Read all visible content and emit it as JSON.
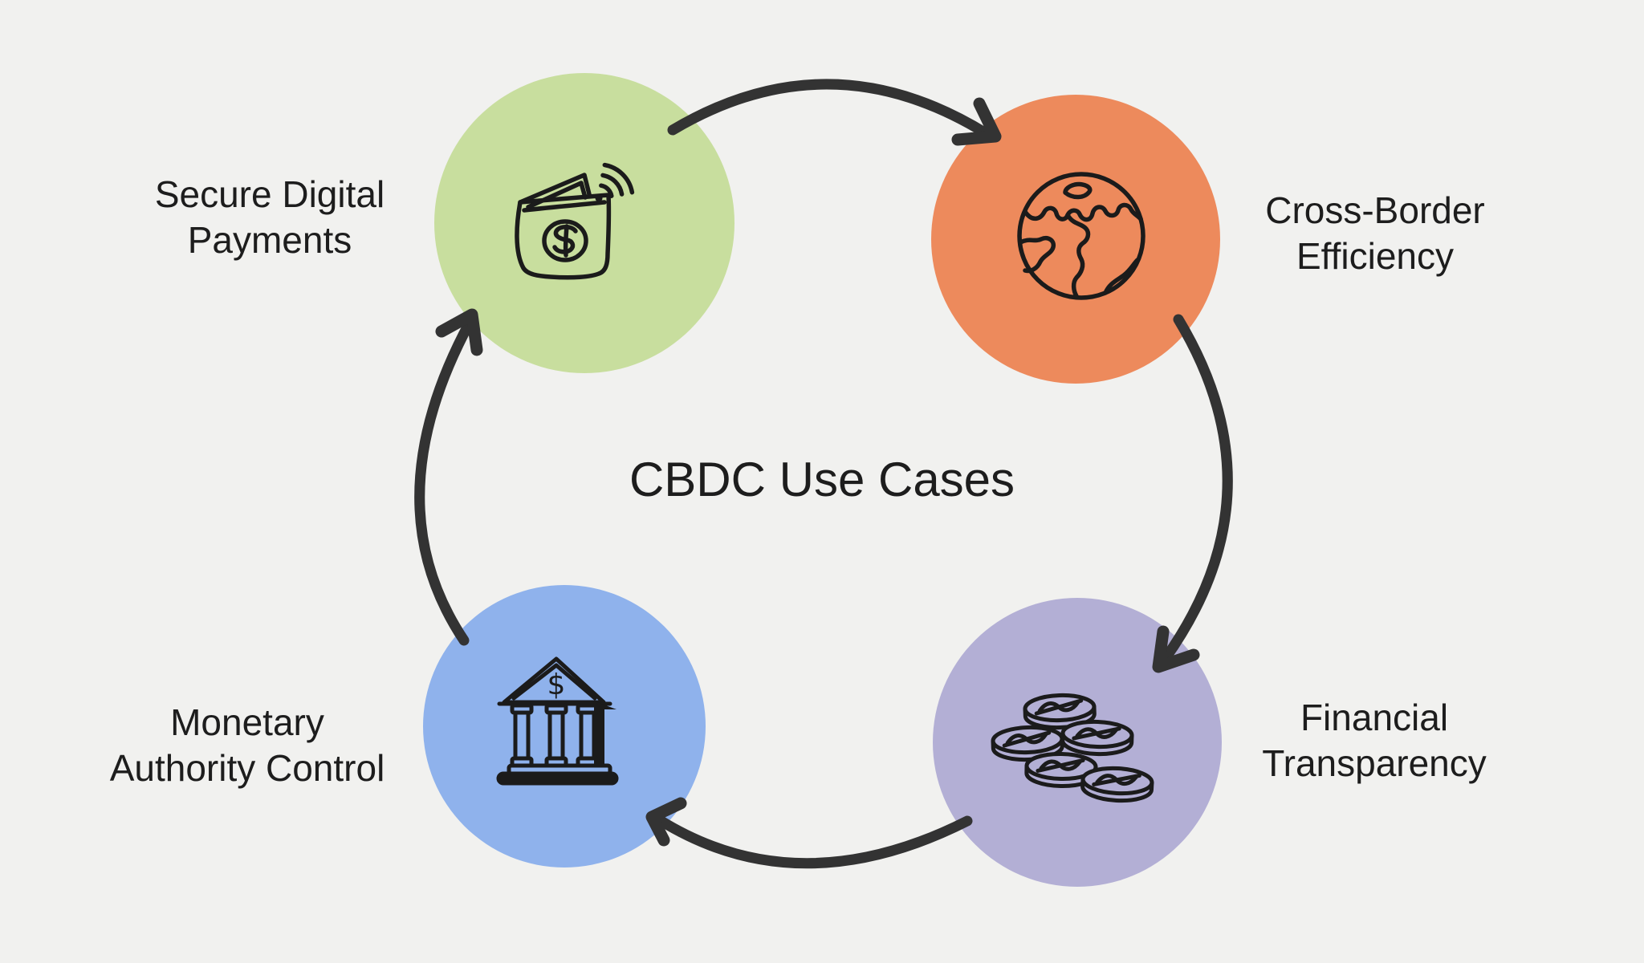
{
  "title": "CBDC Use Cases",
  "colors": {
    "background": "#f1f1ef",
    "arrow": "#333333",
    "icon_ink": "#1b1b1b",
    "text": "#1d1d1d"
  },
  "nodes": [
    {
      "id": "secure-digital-payments",
      "label": "Secure Digital Payments",
      "lines": [
        "Secure Digital",
        "Payments"
      ],
      "icon": "contactless-wallet-icon",
      "circle_color": "#c8de9e",
      "position": "top-left"
    },
    {
      "id": "cross-border-efficiency",
      "label": "Cross-Border Efficiency",
      "lines": [
        "Cross-Border",
        "Efficiency"
      ],
      "icon": "globe-icon",
      "circle_color": "#ed8a5c",
      "position": "top-right"
    },
    {
      "id": "financial-transparency",
      "label": "Financial Transparency",
      "lines": [
        "Financial",
        "Transparency"
      ],
      "icon": "coins-icon",
      "circle_color": "#b3afd5",
      "position": "bottom-right"
    },
    {
      "id": "monetary-authority-control",
      "label": "Monetary Authority Control",
      "lines": [
        "Monetary",
        "Authority Control"
      ],
      "icon": "bank-icon",
      "circle_color": "#8fb2ec",
      "position": "bottom-left"
    }
  ],
  "icons": {
    "bank_dollar": "$"
  },
  "arrows": [
    {
      "from": "secure-digital-payments",
      "to": "cross-border-efficiency"
    },
    {
      "from": "cross-border-efficiency",
      "to": "financial-transparency"
    },
    {
      "from": "financial-transparency",
      "to": "monetary-authority-control"
    },
    {
      "from": "monetary-authority-control",
      "to": "secure-digital-payments"
    }
  ]
}
